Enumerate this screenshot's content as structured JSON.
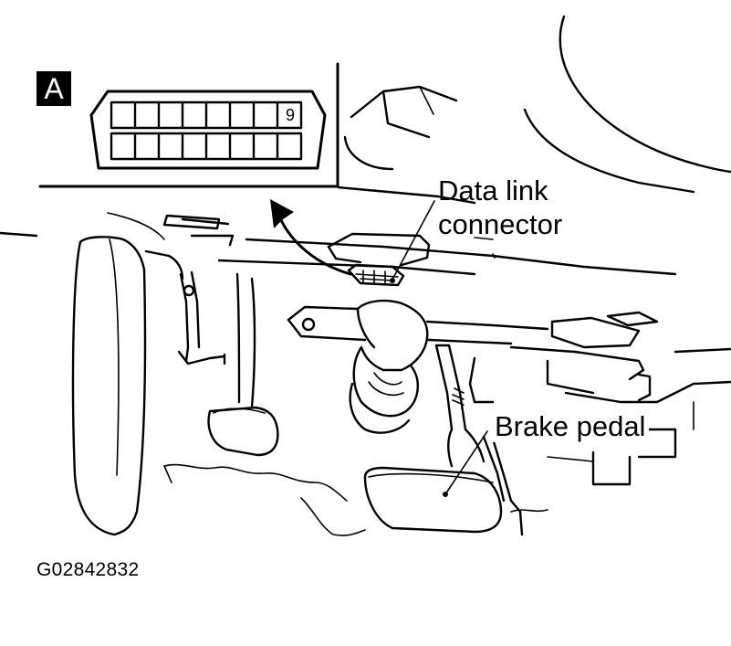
{
  "inset": {
    "badge_letter": "A",
    "pin_label": "9"
  },
  "callouts": {
    "data_link_connector_line1": "Data link",
    "data_link_connector_line2": "connector",
    "brake_pedal": "Brake pedal"
  },
  "figure_code": "G02842832"
}
